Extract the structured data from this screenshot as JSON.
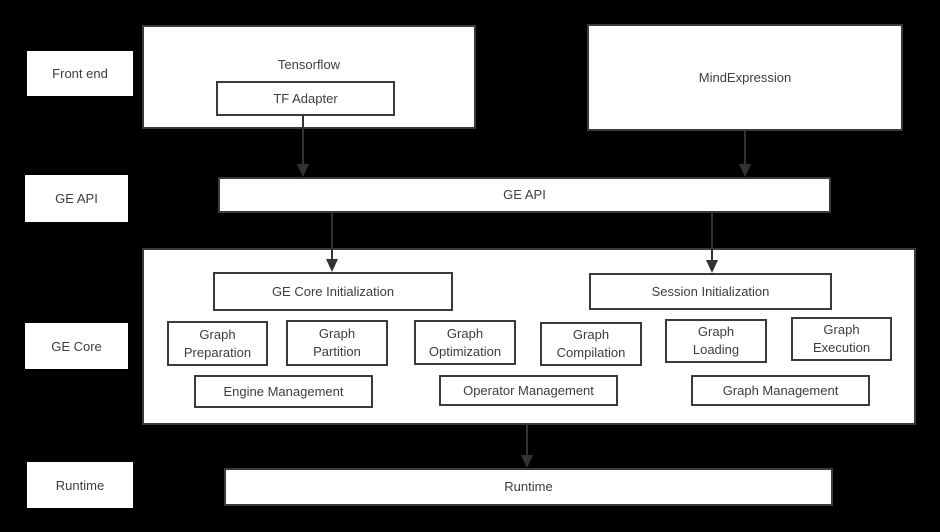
{
  "colors": {
    "background": "#000000",
    "box_fill": "#ffffff",
    "border": "#3a3a3a",
    "text": "#3d3d3d",
    "arrow": "#333333"
  },
  "row_labels": {
    "front_end": "Front end",
    "ge_api": "GE API",
    "ge_core": "GE Core",
    "runtime": "Runtime"
  },
  "front_end": {
    "tensorflow_title": "Tensorflow",
    "tf_adapter": "TF Adapter",
    "mind_expression": "MindExpression"
  },
  "ge_api": {
    "bar_label": "GE API"
  },
  "ge_core": {
    "ge_core_initialization": "GE Core Initialization",
    "session_initialization": "Session Initialization",
    "stages": [
      {
        "label": "Graph\nPreparation"
      },
      {
        "label": "Graph\nPartition"
      },
      {
        "label": "Graph\nOptimization"
      },
      {
        "label": "Graph\nCompilation"
      },
      {
        "label": "Graph\nLoading"
      },
      {
        "label": "Graph\nExecution"
      }
    ],
    "management": [
      {
        "label": "Engine Management"
      },
      {
        "label": "Operator Management"
      },
      {
        "label": "Graph Management"
      }
    ]
  },
  "runtime": {
    "bar_label": "Runtime"
  }
}
